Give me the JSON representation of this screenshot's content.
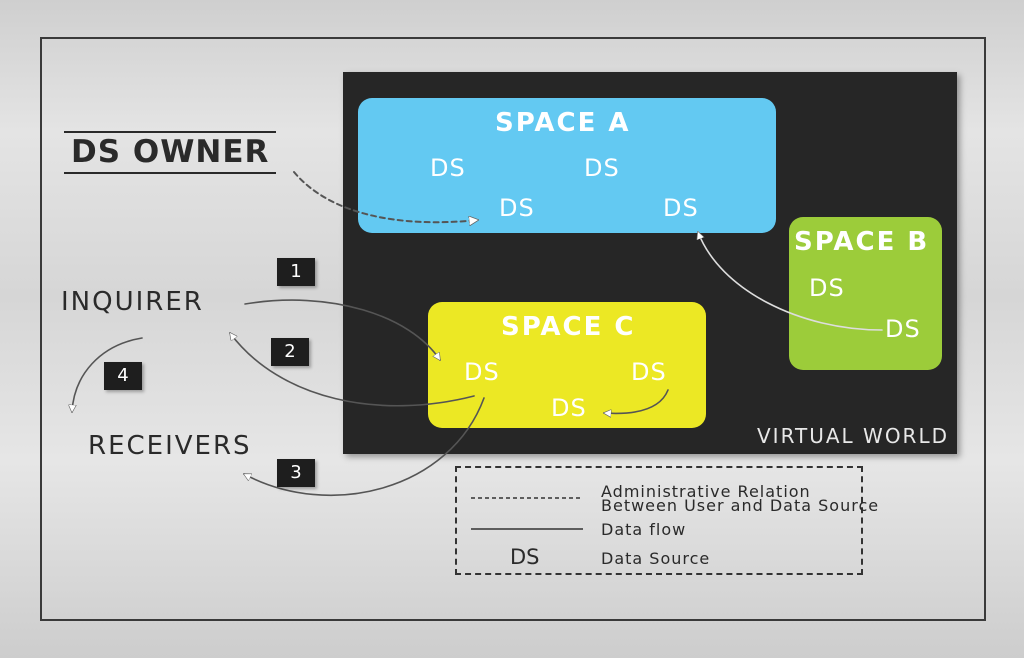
{
  "labels": {
    "ds_owner": "DS OWNER",
    "inquirer": "INQUIRER",
    "receivers": "RECEIVERS",
    "virtual_world": "VIRTUAL WORLD"
  },
  "spaces": {
    "a": {
      "title": "SPACE A",
      "color": "#63c9f2",
      "sources": [
        "DS",
        "DS",
        "DS",
        "DS"
      ]
    },
    "b": {
      "title": "SPACE B",
      "color": "#9ccc3a",
      "sources": [
        "DS",
        "DS"
      ]
    },
    "c": {
      "title": "SPACE C",
      "color": "#ece824",
      "sources": [
        "DS",
        "DS",
        "DS"
      ]
    }
  },
  "steps": [
    "1",
    "2",
    "3",
    "4"
  ],
  "legend": {
    "administrative_line1": "Administrative Relation",
    "administrative_line2": "Between User and Data Source",
    "data_flow": "Data flow",
    "ds_symbol": "DS",
    "data_source": "Data Source"
  }
}
